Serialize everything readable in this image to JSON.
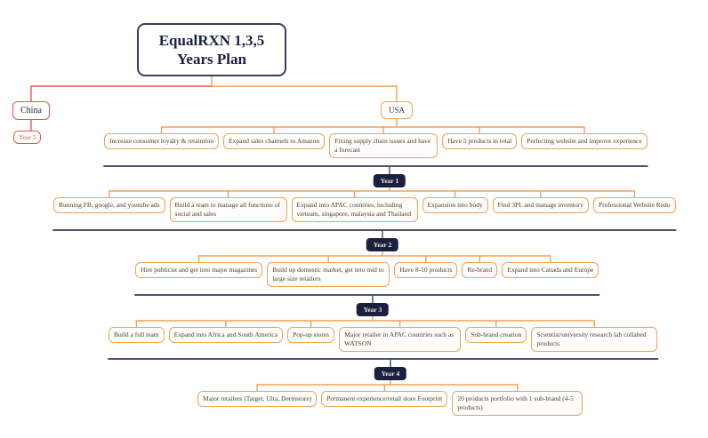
{
  "title": "EqualRXN 1,3,5 Years Plan",
  "branches": {
    "china": {
      "label": "China",
      "children": [
        "Year 5"
      ]
    },
    "usa": {
      "label": "USA"
    }
  },
  "year_badges": [
    "Year 1",
    "Year 2",
    "Year 3",
    "Year 4"
  ],
  "rows": [
    {
      "parent": "USA",
      "items": [
        "Increase consumer loyalty & retaintion",
        "Expand sales channels to Amazon",
        "Fixing supply chain issues and have a forecast",
        "Have 5 products in total",
        "Perfecting website and improve experience"
      ]
    },
    {
      "parent": "Year 1",
      "items": [
        "Running FB, google, and youtube ads",
        "Build a team to manage all functions of social and sales",
        "Expand into APAC countries, including vietnam, singapore, malaysia and Thailand",
        "Expansion into body",
        "Find 3PL and manage inventory",
        "Professional Website Redo"
      ]
    },
    {
      "parent": "Year 2",
      "items": [
        "Hire publicist and get into major magazines",
        "Build up domestic market, get into mid to large size retailers",
        "Have 8-10 products",
        "Re-brand",
        "Expand into Canada and Europe"
      ]
    },
    {
      "parent": "Year 3",
      "items": [
        "Build a full team",
        "Expand into Africa and South America",
        "Pop-up stores",
        "Major retailer in APAC countries such as WATSON",
        "Sub-brand creation",
        "Scientist/university research lab collabed products"
      ]
    },
    {
      "parent": "Year 4",
      "items": [
        "Major retailers (Target, Ulta, Dermstore)",
        "Permanent experience/retail store Footprint",
        "20 products portfolio with 1 sub-brand (4-5 products)"
      ]
    }
  ],
  "colors": {
    "accent_orange": "#F0A259",
    "accent_red": "#E4564F",
    "navy": "#1C2040",
    "separator_line": "#4D5370"
  }
}
